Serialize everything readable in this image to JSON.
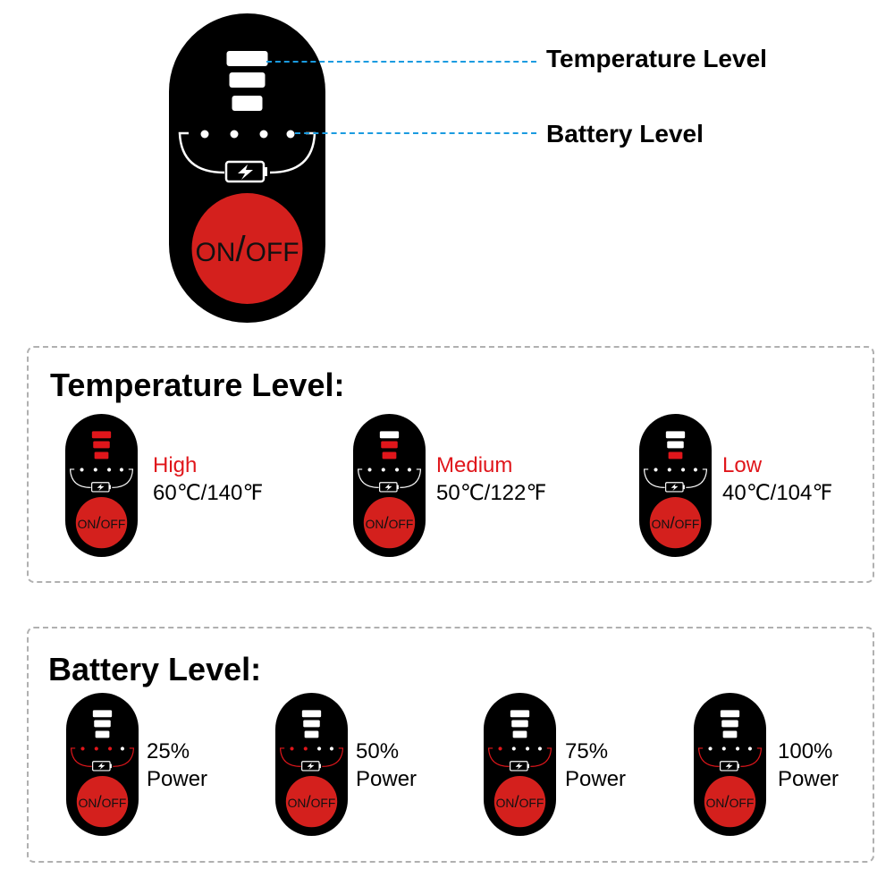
{
  "main_device": {
    "button_text": "ON/OFF",
    "callouts": {
      "temperature": "Temperature Level",
      "battery": "Battery Level"
    }
  },
  "temperature_panel": {
    "title": "Temperature Level:",
    "levels": [
      {
        "name": "High",
        "value": "60℃/140℉",
        "lit_bars": 3
      },
      {
        "name": "Medium",
        "value": "50℃/122℉",
        "lit_bars": 2
      },
      {
        "name": "Low",
        "value": "40℃/104℉",
        "lit_bars": 1
      }
    ]
  },
  "battery_panel": {
    "title": "Battery Level:",
    "levels": [
      {
        "percent": "25%",
        "label": "Power",
        "lit_dots": 1
      },
      {
        "percent": "50%",
        "label": "Power",
        "lit_dots": 2
      },
      {
        "percent": "75%",
        "label": "Power",
        "lit_dots": 3
      },
      {
        "percent": "100%",
        "label": "Power",
        "lit_dots": 4
      }
    ]
  },
  "colors": {
    "accent_red": "#e0161b",
    "button_red": "#d4201d",
    "callout_blue": "#1a9be0",
    "device_black": "#000000"
  }
}
